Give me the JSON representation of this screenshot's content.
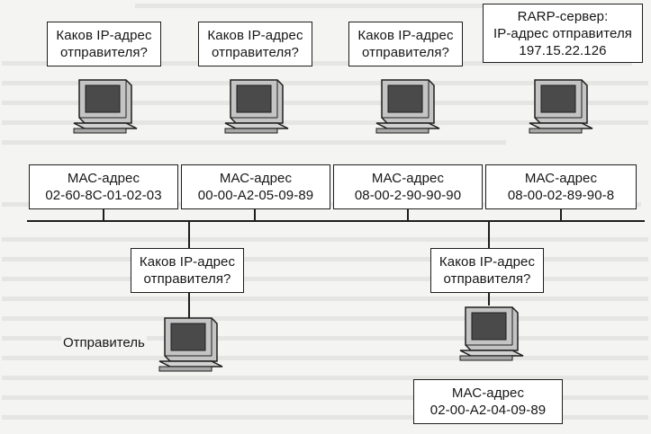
{
  "queries": {
    "q1": [
      "Каков IP-адрес",
      "отправителя?"
    ],
    "q2": [
      "Каков IP-адрес",
      "отправителя?"
    ],
    "q3": [
      "Каков IP-адрес",
      "отправителя?"
    ],
    "q4": [
      "Каков IP-адрес",
      "отправителя?"
    ],
    "q5": [
      "Каков IP-адрес",
      "отправителя?"
    ]
  },
  "rarp_server": [
    "RARP-сервер:",
    "IP-адрес отправителя",
    "197.15.22.126"
  ],
  "mac_boxes": {
    "m1": [
      "МАС-адрес",
      "02-60-8C-01-02-03"
    ],
    "m2": [
      "МАС-адрес",
      "00-00-A2-05-09-89"
    ],
    "m3": [
      "МАС-адрес",
      "08-00-2-90-90-90"
    ],
    "m4": [
      "МАС-адрес",
      "08-00-02-89-90-8"
    ],
    "m5": [
      "МАС-адрес",
      "02-00-A2-04-09-89"
    ]
  },
  "sender_label": "Отправитель",
  "colors": {
    "line": "#1e1e1e",
    "pc_frame": "#b9b9b9",
    "pc_screen": "#4a4a4a",
    "pc_base": "#cfcfcf",
    "page_bg": "#f4f4f2"
  }
}
